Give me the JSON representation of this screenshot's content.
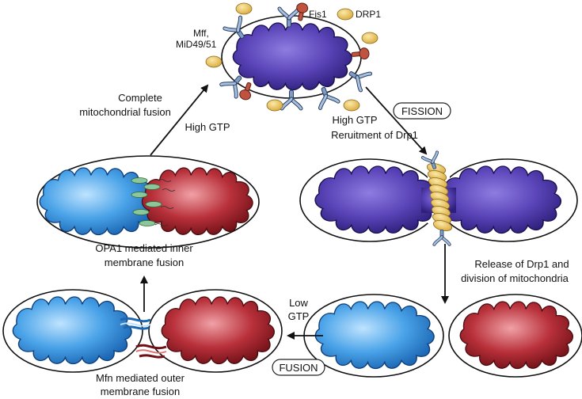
{
  "labels": {
    "fis1": "Fis1",
    "drp1": "DRP1",
    "mff": "Mff,",
    "mid": "MiD49/51",
    "complete_1": "Complete",
    "complete_2": "mitochondrial fusion",
    "high_gtp_left": "High GTP",
    "fission_badge": "FISSION",
    "high_gtp_right": "High GTP",
    "recruitment": "Reruitment of Drp1",
    "release_1": "Release of Drp1 and",
    "release_2": "division of mitochondria",
    "low_1": "Low",
    "low_2": "GTP",
    "fusion_badge": "FUSION",
    "opa1_1": "OPA1 mediated inner",
    "opa1_2": "membrane fusion",
    "mfn_1": "Mfn mediated outer",
    "mfn_2": "membrane fusion"
  },
  "colors": {
    "purple_matrix": "#5a44b8",
    "blue_matrix": "#4aa3e8",
    "red_matrix": "#b8303a",
    "drp1_yellow": "#e8c45c",
    "receptor_blue": "#7f9cc4",
    "fis1_red": "#c0533f",
    "opa1_green": "#8cc79a"
  }
}
